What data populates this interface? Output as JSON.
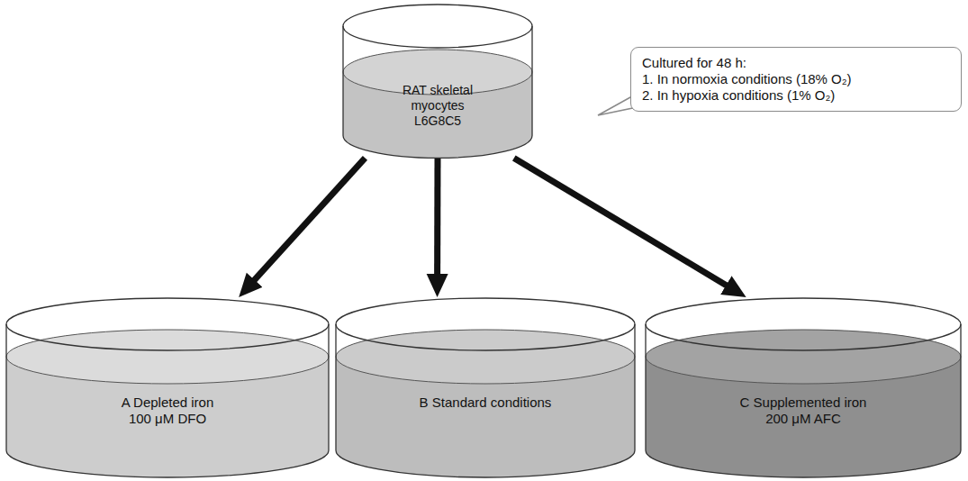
{
  "diagram": {
    "nodes": [
      {
        "text": [
          "RAT skeletal myocytes L6G8C5"
        ]
      },
      {
        "text": [
          "A Depleted iron",
          "100 μM DFO"
        ]
      },
      {
        "text": [
          "B Standard conditions"
        ]
      },
      {
        "text": [
          "C Supplemented iron",
          "200 μM AFC"
        ]
      },
      {
        "text": [
          "Cultured for 48 h:",
          "1. In normoxia conditions (18% O₂)",
          "2. In hypoxia conditions (1% O₂)"
        ]
      }
    ],
    "edges": [
      {
        "from": 0,
        "to": 1,
        "arrow": "to"
      },
      {
        "from": 0,
        "to": 2,
        "arrow": "to"
      },
      {
        "from": 0,
        "to": 3,
        "arrow": "to"
      }
    ]
  }
}
